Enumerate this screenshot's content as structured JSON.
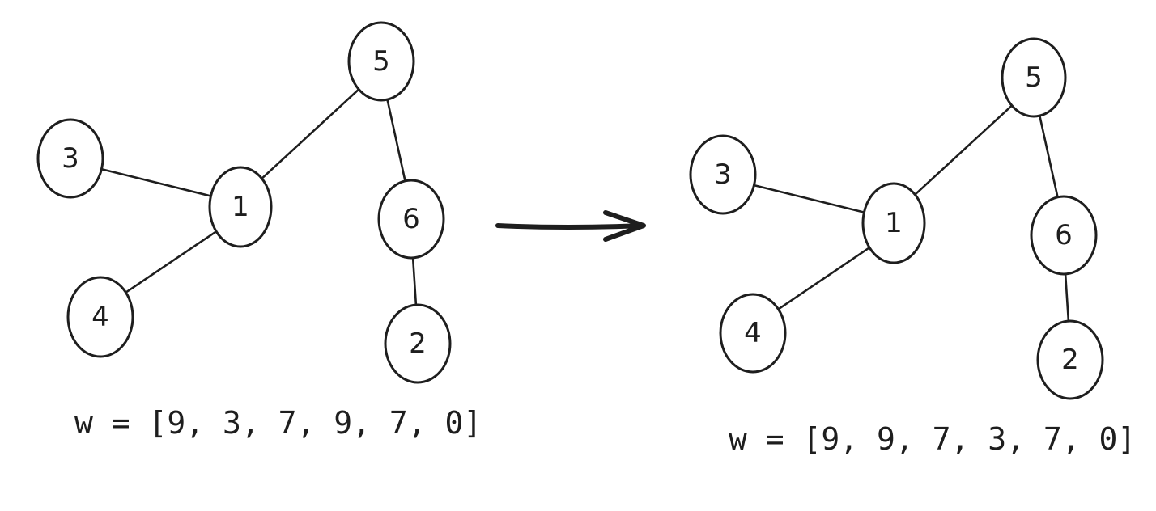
{
  "colors": {
    "ink": "#1e1e1e",
    "background": "#ffffff"
  },
  "arrow_icon": "right-arrow-icon",
  "trees": [
    {
      "nodes": [
        {
          "id": "5",
          "label": "5"
        },
        {
          "id": "3",
          "label": "3"
        },
        {
          "id": "1",
          "label": "1"
        },
        {
          "id": "6",
          "label": "6"
        },
        {
          "id": "4",
          "label": "4"
        },
        {
          "id": "2",
          "label": "2"
        }
      ],
      "edges": [
        {
          "from": "3",
          "to": "1"
        },
        {
          "from": "1",
          "to": "5"
        },
        {
          "from": "1",
          "to": "4"
        },
        {
          "from": "5",
          "to": "6"
        },
        {
          "from": "6",
          "to": "2"
        }
      ],
      "weights_text": "w = [9, 3, 7, 9, 7, 0]"
    },
    {
      "nodes": [
        {
          "id": "5",
          "label": "5"
        },
        {
          "id": "3",
          "label": "3"
        },
        {
          "id": "1",
          "label": "1"
        },
        {
          "id": "6",
          "label": "6"
        },
        {
          "id": "4",
          "label": "4"
        },
        {
          "id": "2",
          "label": "2"
        }
      ],
      "edges": [
        {
          "from": "3",
          "to": "1"
        },
        {
          "from": "1",
          "to": "5"
        },
        {
          "from": "1",
          "to": "4"
        },
        {
          "from": "5",
          "to": "6"
        },
        {
          "from": "6",
          "to": "2"
        }
      ],
      "weights_text": "w = [9, 9, 7, 3, 7, 0]"
    }
  ]
}
